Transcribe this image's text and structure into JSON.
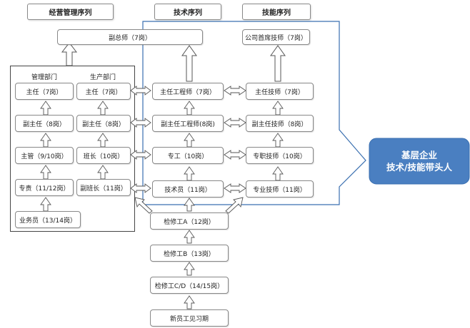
{
  "headers": {
    "management": "经营管理序列",
    "technical": "技术序列",
    "skill": "技能序列"
  },
  "departments": {
    "management": "管理部门",
    "production": "生产部门"
  },
  "top": {
    "deputy_gm": "副总师（7岗）",
    "chief_technician": "公司首席技师（7岗）"
  },
  "management_dept": [
    "主任（7岗）",
    "副主任（8岗）",
    "主管（9/10岗）",
    "专责（11/12岗）",
    "业务员（13/14岗）"
  ],
  "production_dept": [
    "主任（7岗）",
    "副主任（8岗）",
    "班长（10岗）",
    "副班长（11岗）"
  ],
  "technical": [
    "主任工程师（7岗）",
    "副主任工程师(8岗)",
    "专工（10岗）",
    "技术员（11岗）"
  ],
  "skill": [
    "主任技师（7岗）",
    "副主任技师（8岗）",
    "专职技师（10岗）",
    "专业技师（11岗）"
  ],
  "maintenance": [
    "检修工A（12岗）",
    "检修工B（13岗）",
    "检修工C/D（14/15岗）",
    "新员工见习期"
  ],
  "callout": {
    "line1": "基层企业",
    "line2": "技术/技能带头人",
    "color": "#4a7fc1"
  }
}
